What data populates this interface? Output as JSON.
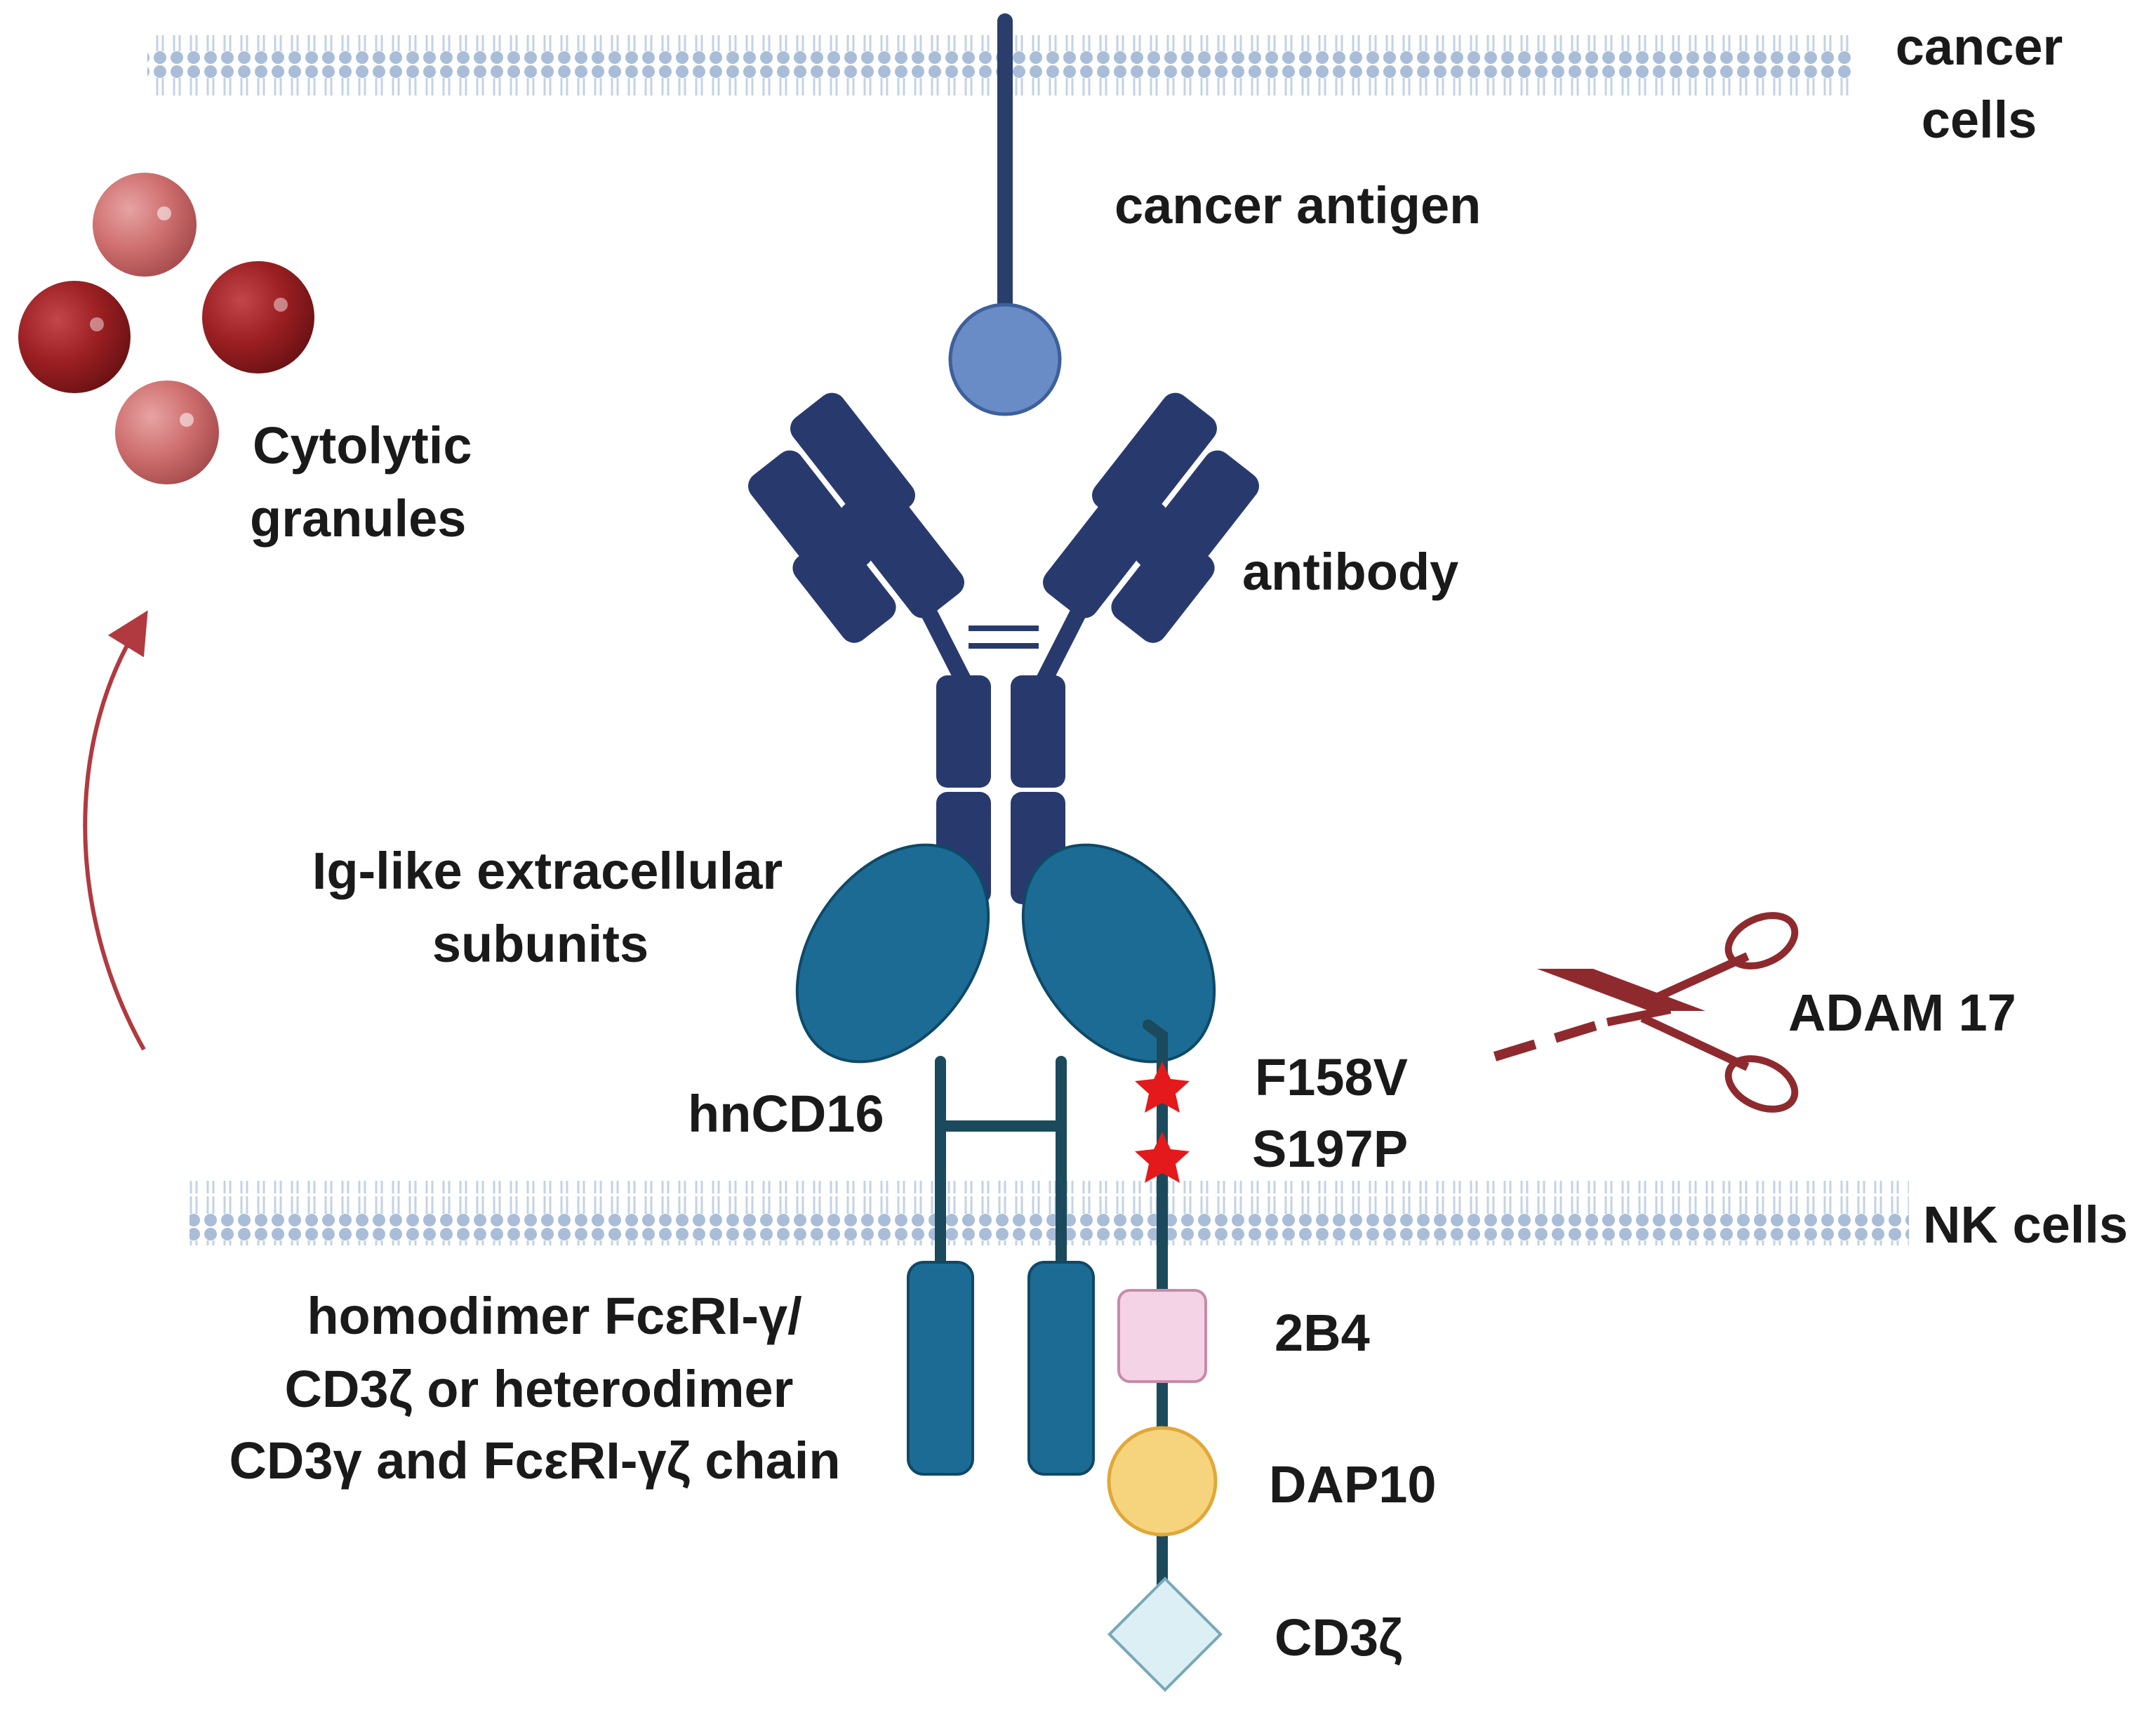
{
  "labels": {
    "cancer_cells_1": "cancer",
    "cancer_cells_2": "cells",
    "cancer_antigen": "cancer antigen",
    "cytolytic_1": "Cytolytic",
    "cytolytic_2": "granules",
    "antibody": "antibody",
    "ig_like_1": "Ig-like extracellular",
    "ig_like_2": "subunits",
    "adam17": "ADAM 17",
    "f158v": "F158V",
    "s197p": "S197P",
    "hncd16": "hnCD16",
    "nk_cells": "NK cells",
    "homodimer_1": "homodimer FcεRI-γ/",
    "homodimer_2": "CD3ζ or heterodimer",
    "homodimer_3": "CD3γ and FcεRI-γζ chain",
    "b2b4": "2B4",
    "dap10": "DAP10",
    "cd3z": "CD3ζ"
  },
  "colors": {
    "navy": "#283a6d",
    "teal": "#1c6b94",
    "antigen_blue": "#6a8cc6",
    "granule_dark": "#9b1f22",
    "granule_light": "#cf6f6f",
    "scissors": "#8e2a2e",
    "star_red": "#e3191b",
    "membrane": "#a9bcd6",
    "pink_box": "#f4d3e6",
    "yellow_circle": "#f6d47e",
    "diamond": "#dbeff4"
  }
}
